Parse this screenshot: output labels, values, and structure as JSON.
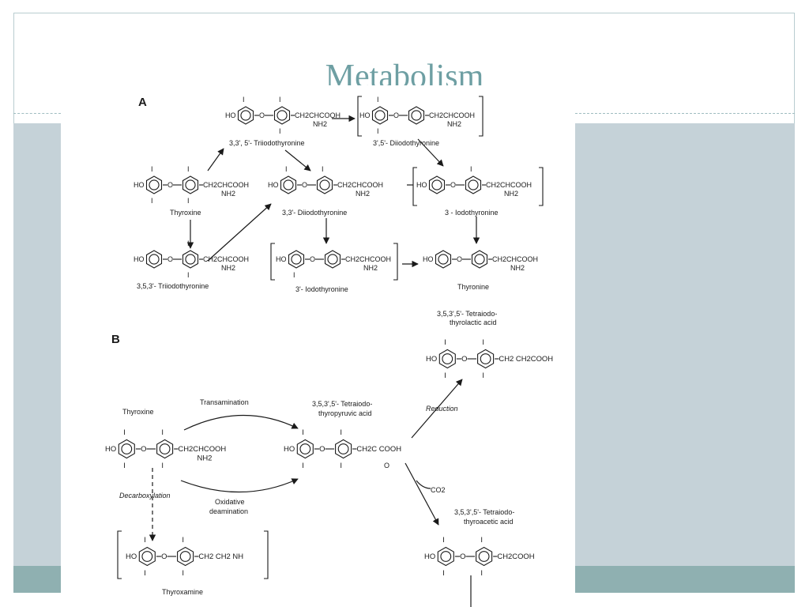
{
  "slide": {
    "title": "Metabolism"
  },
  "panel_a": {
    "label": "A",
    "thyroxine": "Thyroxine",
    "t3_rev": "3,3', 5'- Triiodothyronine",
    "t2_35": "3',5'- Diiodothyronine",
    "t2_33": "3,3'- Diiodothyronine",
    "t1_3": "3 - Iodothyronine",
    "t3": "3,5,3'- Triiodothyronine",
    "t1_3p": "3'- Iodothyronine",
    "t0": "Thyronine"
  },
  "panel_b": {
    "label": "B",
    "thyroxine": "Thyroxine",
    "transamination": "Transamination",
    "pyruvic_1": "3,5,3',5'- Tetraiodo-",
    "pyruvic_2": "thyropyruvic acid",
    "reduction": "Reduction",
    "lactic_1": "3,5,3',5'- Tetraiodo-",
    "lactic_2": "thyrolactic acid",
    "decarboxylation": "Decarboxylation",
    "oxidative_1": "Oxidative",
    "oxidative_2": "deamination",
    "co2": "CO2",
    "acetic_1": "3,5,3',5'- Tetraiodo-",
    "acetic_2": "thyroacetic acid",
    "thyroxamine": "Thyroxamine"
  },
  "chem": {
    "ho": "HO",
    "o": "O",
    "i": "I",
    "amino_chain": "CH2CHCOOH",
    "nh2": "NH2",
    "keto_chain": "CH2C COOH",
    "keto_o": "O",
    "lactic_chain": "CH2 CH2COOH",
    "acetic_chain": "CH2COOH",
    "amine_chain": "CH2 CH2 NH"
  },
  "colors": {
    "title": "#6e9fa3",
    "band": "#c5d2d8",
    "footer": "#8fb0b1",
    "border": "#b9cdd0"
  }
}
